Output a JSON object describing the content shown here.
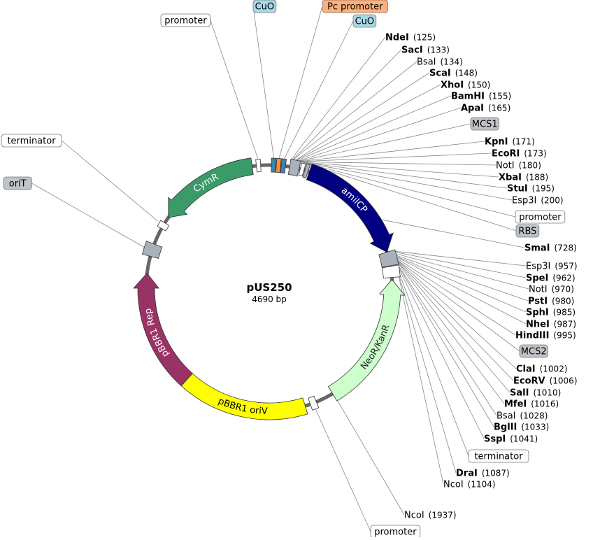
{
  "plasmid": {
    "name": "pUS250",
    "size_label": "4690 bp"
  },
  "colors": {
    "backbone": "#666666",
    "cymr": "#3a9a68",
    "amilcp": "#000080",
    "rep": "#993366",
    "oriv": "#ffff00",
    "neo": "#ccffcc",
    "gray": "#a8b0ba",
    "cuo": "#3a86a8",
    "pc": "#ff8c3c",
    "white": "#ffffff"
  },
  "features": {
    "cymr": "CymR",
    "amilcp": "amilCP",
    "rep": "pBBR1 Rep",
    "oriv": "pBBR1 oriV",
    "neo": "NeoR/KanR"
  },
  "labels": [
    {
      "name": "promoter",
      "style": "box",
      "fill": "#ffffff"
    },
    {
      "name": "terminator",
      "style": "box",
      "fill": "#ffffff"
    },
    {
      "name": "oriT",
      "style": "box",
      "fill": "#c0c4c8"
    },
    {
      "name": "CuO",
      "style": "box",
      "fill": "#a8d8e8"
    },
    {
      "name": "Pc promoter",
      "style": "box",
      "fill": "#ffb07a"
    },
    {
      "name": "CuO",
      "style": "box",
      "fill": "#a8d8e8"
    },
    {
      "name": "NdeI",
      "num": "(125)",
      "style": "bold"
    },
    {
      "name": "SacI",
      "num": "(133)",
      "style": "bold"
    },
    {
      "name": "BsaI",
      "num": "(134)",
      "style": "normal"
    },
    {
      "name": "ScaI",
      "num": "(148)",
      "style": "bold"
    },
    {
      "name": "XhoI",
      "num": "(150)",
      "style": "bold"
    },
    {
      "name": "BamHI",
      "num": "(155)",
      "style": "bold"
    },
    {
      "name": "ApaI",
      "num": "(165)",
      "style": "bold"
    },
    {
      "name": "MCS1",
      "style": "box",
      "fill": "#c0c4c8"
    },
    {
      "name": "KpnI",
      "num": "(171)",
      "style": "bold"
    },
    {
      "name": "EcoRI",
      "num": "(173)",
      "style": "bold"
    },
    {
      "name": "NotI",
      "num": "(180)",
      "style": "normal"
    },
    {
      "name": "XbaI",
      "num": "(188)",
      "style": "bold"
    },
    {
      "name": "StuI",
      "num": "(195)",
      "style": "bold"
    },
    {
      "name": "Esp3I",
      "num": "(200)",
      "style": "normal"
    },
    {
      "name": "promoter",
      "style": "box",
      "fill": "#ffffff"
    },
    {
      "name": "RBS",
      "style": "box",
      "fill": "#c0c4c8"
    },
    {
      "name": "SmaI",
      "num": "(728)",
      "style": "bold"
    },
    {
      "name": "Esp3I",
      "num": "(957)",
      "style": "normal"
    },
    {
      "name": "SpeI",
      "num": "(962)",
      "style": "bold"
    },
    {
      "name": "NotI",
      "num": "(970)",
      "style": "normal"
    },
    {
      "name": "PstI",
      "num": "(980)",
      "style": "bold"
    },
    {
      "name": "SphI",
      "num": "(985)",
      "style": "bold"
    },
    {
      "name": "NheI",
      "num": "(987)",
      "style": "bold"
    },
    {
      "name": "HindIII",
      "num": "(995)",
      "style": "bold"
    },
    {
      "name": "MCS2",
      "style": "box",
      "fill": "#c0c4c8"
    },
    {
      "name": "ClaI",
      "num": "(1002)",
      "style": "bold"
    },
    {
      "name": "EcoRV",
      "num": "(1006)",
      "style": "bold"
    },
    {
      "name": "SalI",
      "num": "(1010)",
      "style": "bold"
    },
    {
      "name": "MfeI",
      "num": "(1016)",
      "style": "bold"
    },
    {
      "name": "BsaI",
      "num": "(1028)",
      "style": "normal"
    },
    {
      "name": "BglII",
      "num": "(1033)",
      "style": "bold"
    },
    {
      "name": "SspI",
      "num": "(1041)",
      "style": "bold"
    },
    {
      "name": "terminator",
      "style": "box",
      "fill": "#ffffff"
    },
    {
      "name": "DraI",
      "num": "(1087)",
      "style": "bold"
    },
    {
      "name": "NcoI",
      "num": "(1104)",
      "style": "normal"
    },
    {
      "name": "NcoI",
      "num": "(1937)",
      "style": "normal"
    },
    {
      "name": "promoter",
      "style": "box",
      "fill": "#ffffff"
    }
  ]
}
